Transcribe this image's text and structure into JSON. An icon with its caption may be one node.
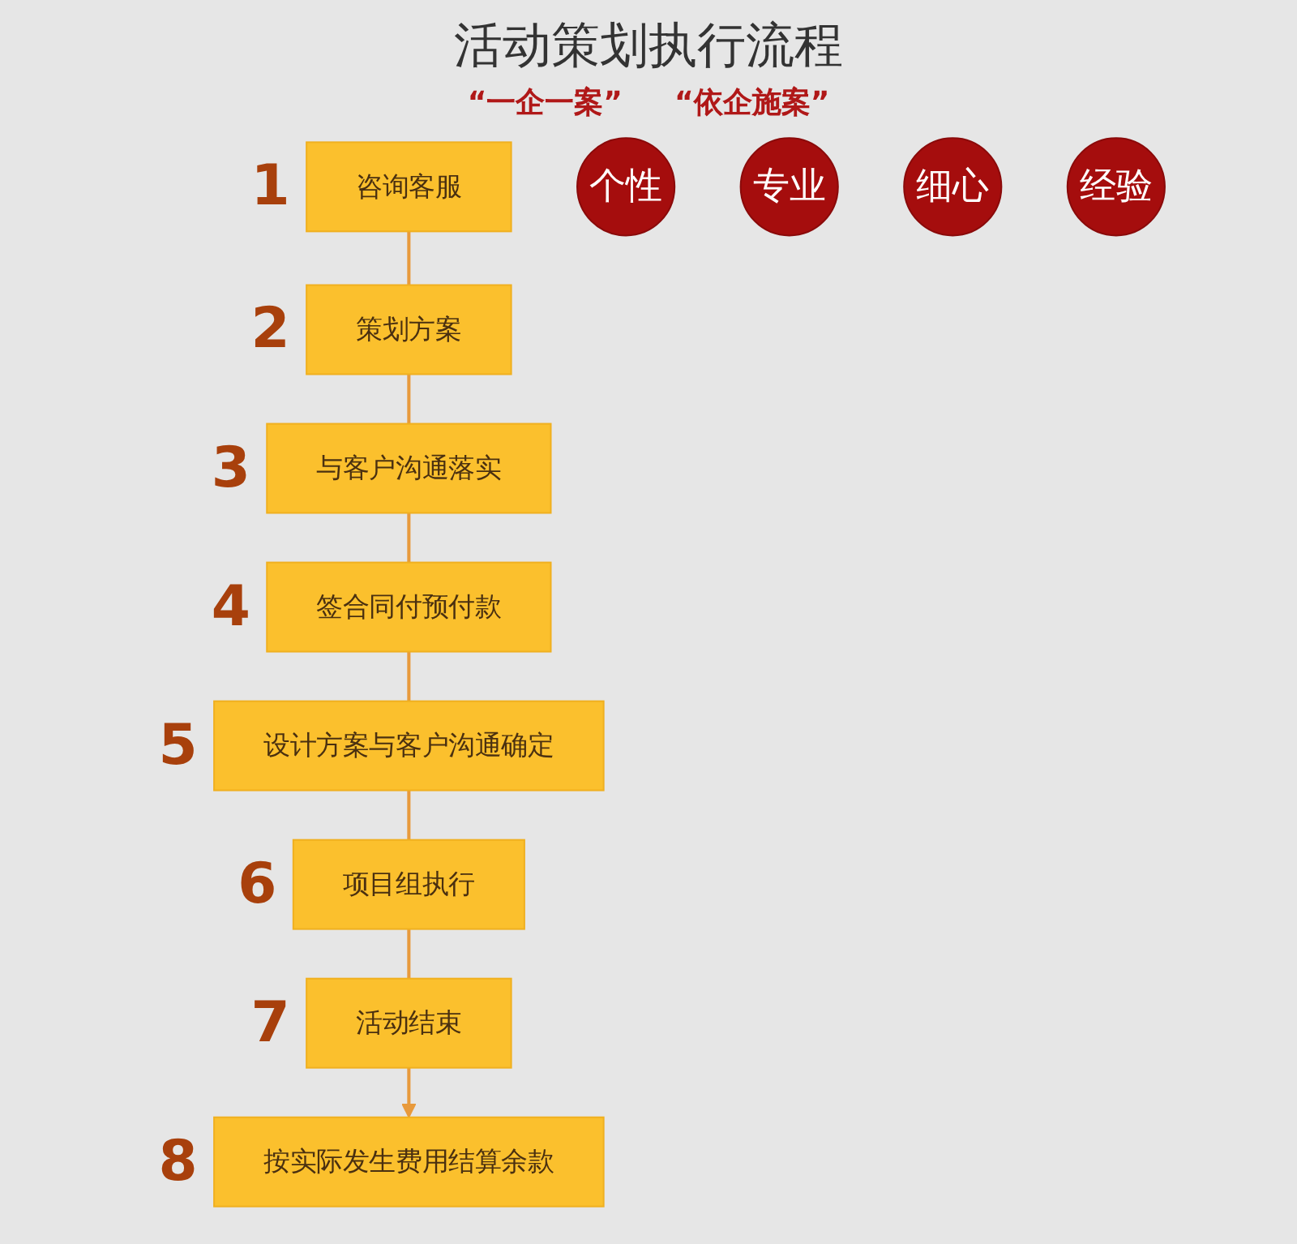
{
  "diagram": {
    "title": "活动策划执行流程",
    "nodes": [
      {
        "text": [
          "咨询客服"
        ],
        "beside": [
          "1"
        ]
      },
      {
        "text": [
          "策划方案"
        ],
        "beside": [
          "2"
        ]
      },
      {
        "text": [
          "与客户沟通落实"
        ],
        "beside": [
          "3"
        ]
      },
      {
        "text": [
          "签合同付预付款"
        ],
        "beside": [
          "4"
        ]
      },
      {
        "text": [
          "设计方案与客户沟通确定"
        ],
        "beside": [
          "5"
        ]
      },
      {
        "text": [
          "项目组执行"
        ],
        "beside": [
          "6"
        ]
      },
      {
        "text": [
          "活动结束"
        ],
        "beside": [
          "7"
        ]
      },
      {
        "text": [
          "按实际发生费用结算余款"
        ],
        "beside": [
          "8"
        ]
      },
      {
        "text": [
          "个性"
        ]
      },
      {
        "text": [
          "专业"
        ]
      },
      {
        "text": [
          "细心"
        ]
      },
      {
        "text": [
          "经验"
        ]
      }
    ],
    "edges": [
      {
        "from": 0,
        "to": 1,
        "arrow": "none"
      },
      {
        "from": 1,
        "to": 2,
        "arrow": "none"
      },
      {
        "from": 2,
        "to": 3,
        "arrow": "none"
      },
      {
        "from": 3,
        "to": 4,
        "arrow": "none"
      },
      {
        "from": 4,
        "to": 5,
        "arrow": "none"
      },
      {
        "from": 5,
        "to": 6,
        "arrow": "none"
      },
      {
        "from": 6,
        "to": 7,
        "arrow": "to"
      }
    ],
    "labels": [
      "“一企一案”",
      "“依企施案”"
    ]
  }
}
